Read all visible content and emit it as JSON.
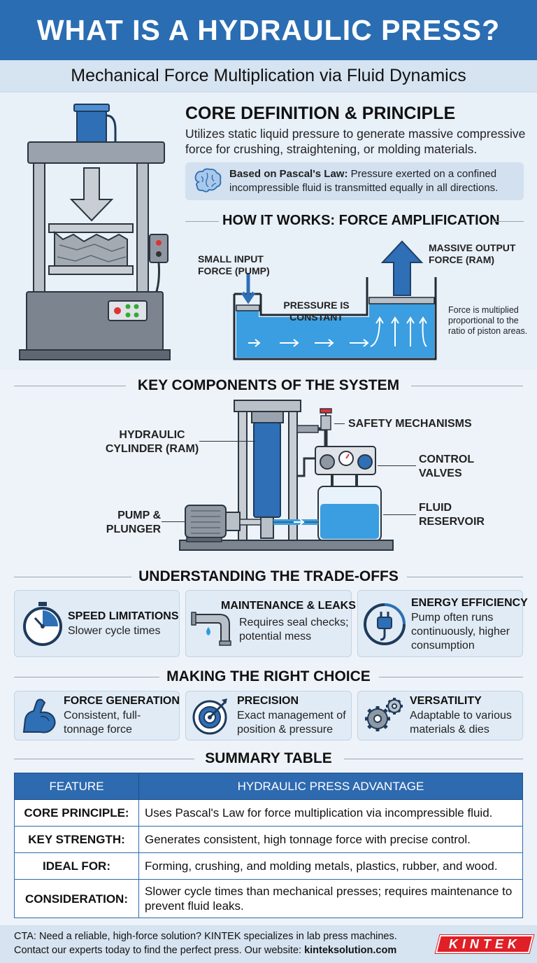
{
  "header": {
    "title": "WHAT IS A HYDRAULIC PRESS?",
    "subtitle": "Mechanical Force Multiplication via Fluid Dynamics"
  },
  "core": {
    "title": "CORE DEFINITION & PRINCIPLE",
    "text": "Utilizes static liquid pressure to generate massive compressive force for crushing, straightening, or molding materials.",
    "pascal_bold": "Based on Pascal's Law:",
    "pascal_text": " Pressure exerted on a confined incompressible fluid is transmitted equally in all directions."
  },
  "how_it_works": {
    "title": "HOW IT WORKS: FORCE AMPLIFICATION",
    "input_label": "SMALL INPUT FORCE (PUMP)",
    "pressure_label": "PRESSURE IS CONSTANT",
    "output_label": "MASSIVE OUTPUT FORCE (RAM)",
    "note": "Force is multiplied proportional to the ratio of piston areas."
  },
  "components": {
    "title": "KEY COMPONENTS OF THE SYSTEM",
    "cylinder": "HYDRAULIC CYLINDER (RAM)",
    "pump": "PUMP & PLUNGER",
    "safety": "SAFETY MECHANISMS",
    "valves": "CONTROL VALVES",
    "reservoir": "FLUID RESERVOIR"
  },
  "tradeoffs": {
    "title": "UNDERSTANDING THE TRADE-OFFS",
    "cards": [
      {
        "title": "SPEED LIMITATIONS",
        "text": "Slower cycle times",
        "icon": "stopwatch-icon"
      },
      {
        "title": "MAINTENANCE & LEAKS",
        "text": "Requires seal checks; potential mess",
        "icon": "leaking-pipe-icon"
      },
      {
        "title": "ENERGY EFFICIENCY",
        "text": "Pump often runs continuously, higher consumption",
        "icon": "power-plug-icon"
      }
    ]
  },
  "choice": {
    "title": "MAKING THE RIGHT CHOICE",
    "cards": [
      {
        "title": "FORCE GENERATION",
        "text": "Consistent, full-tonnage force",
        "icon": "flexed-arm-icon"
      },
      {
        "title": "PRECISION",
        "text": "Exact management of position & pressure",
        "icon": "target-icon"
      },
      {
        "title": "VERSATILITY",
        "text": "Adaptable to various materials & dies",
        "icon": "gears-icon"
      }
    ]
  },
  "summary": {
    "title": "SUMMARY TABLE",
    "col1": "FEATURE",
    "col2": "HYDRAULIC PRESS ADVANTAGE",
    "rows": [
      {
        "feature": "CORE PRINCIPLE:",
        "advantage": "Uses Pascal's Law for force multiplication via incompressible fluid."
      },
      {
        "feature": "KEY STRENGTH:",
        "advantage": "Generates consistent, high tonnage force with precise control."
      },
      {
        "feature": "IDEAL FOR:",
        "advantage": "Forming, crushing, and molding metals, plastics, rubber, and wood."
      },
      {
        "feature": "CONSIDERATION:",
        "advantage": "Slower cycle times than mechanical presses; requires maintenance to prevent fluid leaks."
      }
    ]
  },
  "cta": {
    "line1": "CTA: Need a reliable, high-force solution? KINTEK specializes in lab press machines.",
    "line2_prefix": "Contact our experts today to find the perfect press. Our website: ",
    "website": "kinteksolution.com",
    "logo": "KINTEK"
  },
  "colors": {
    "primary_blue": "#2a6db2",
    "fluid_blue": "#3a9ee0",
    "logo_red": "#e01f26"
  }
}
